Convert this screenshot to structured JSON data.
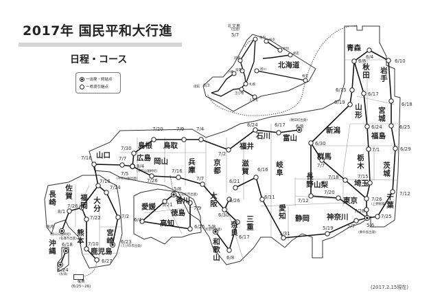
{
  "title": "2017年 国民平和大行進",
  "subtitle": "日程・コース",
  "legend": {
    "start_end": "一出発・終結点",
    "handover": "一県境引継点"
  },
  "as_of": "(2017.2.15現在)",
  "amami": {
    "name": "奄美",
    "dates": "(6/25~26)"
  },
  "rebun": {
    "name": "礼文島",
    "note": "(出発)",
    "date": "5/7"
  },
  "hakodate": {
    "name": "函館",
    "date": "6/3"
  },
  "hokkaido_cities": [
    "稚内",
    "枝幸",
    "紋別",
    "網走",
    "羽幌",
    "旭川",
    "留萌",
    "小樽",
    "札幌",
    "苫小牧",
    "えりも",
    "根室"
  ],
  "prefectures": [
    "北海道",
    "青森",
    "秋田",
    "岩手",
    "山形",
    "宮城",
    "新潟",
    "福島",
    "群馬",
    "栃木",
    "茨城",
    "長野",
    "山梨",
    "埼玉",
    "東京",
    "千葉",
    "神奈川",
    "静岡",
    "愛知",
    "岐阜",
    "富山",
    "石川",
    "福井",
    "滋賀",
    "京都",
    "三重",
    "奈良",
    "和歌山",
    "大阪",
    "兵庫",
    "鳥取",
    "島根",
    "岡山",
    "広島",
    "山口",
    "香川",
    "徳島",
    "愛媛",
    "高知",
    "福岡",
    "佐賀",
    "長崎",
    "大分",
    "熊本",
    "宮崎",
    "鹿児島",
    "沖縄"
  ],
  "nodes": [
    {
      "date": "6/4"
    },
    {
      "date": "6/8"
    },
    {
      "date": "6/10"
    },
    {
      "date": "6/15"
    },
    {
      "date": "6/17"
    },
    {
      "date": "6/18"
    },
    {
      "date": "6/19"
    },
    {
      "date": "6/24"
    },
    {
      "date": "6/25"
    },
    {
      "date": "6/30"
    },
    {
      "date": "7/1"
    },
    {
      "date": "6/29"
    },
    {
      "date": "6/8",
      "note": "(朝日町出発)"
    },
    {
      "date": "7/7"
    },
    {
      "date": "7/18"
    },
    {
      "date": "7/15"
    },
    {
      "date": "7/12"
    },
    {
      "date": "7/12"
    },
    {
      "date": "7/20"
    },
    {
      "date": "7/26",
      "note": "(上野駅着)"
    },
    {
      "date": "7/28"
    },
    {
      "date": "5/7"
    },
    {
      "date": "5/6",
      "note": "(夢の島出発)"
    },
    {
      "date": "7/25"
    },
    {
      "date": "5/19"
    },
    {
      "date": "5/31"
    },
    {
      "date": "6/24"
    },
    {
      "date": "6/17"
    },
    {
      "date": "7/2"
    },
    {
      "date": "7/4"
    },
    {
      "date": "7/9"
    },
    {
      "date": "7/20"
    },
    {
      "date": "7/30"
    },
    {
      "date": "8/4",
      "note": "(平和公園終結)"
    },
    {
      "date": "7/16"
    },
    {
      "date": "7/26"
    },
    {
      "date": "7/7"
    },
    {
      "date": "6/21"
    },
    {
      "date": "6/26"
    },
    {
      "date": "6/16"
    },
    {
      "date": "6/11"
    },
    {
      "date": "6/30"
    },
    {
      "date": "6/17"
    },
    {
      "date": "6/8"
    },
    {
      "date": "5/8",
      "note": "(新宮市出発)"
    },
    {
      "date": "5/8",
      "note": "(高松市出発)"
    },
    {
      "date": "5/21"
    },
    {
      "date": "7/9"
    },
    {
      "date": "6/4"
    },
    {
      "date": "6/25"
    },
    {
      "date": "7/16"
    },
    {
      "date": "7/7"
    },
    {
      "date": "7/5",
      "note": "(平和公園出発)"
    },
    {
      "date": "7/16"
    },
    {
      "date": "7/14"
    },
    {
      "date": "7/26"
    },
    {
      "date": "8/1"
    },
    {
      "date": "8/6",
      "note": "(松山公園終結)"
    },
    {
      "date": "7/22"
    },
    {
      "date": "7/2"
    },
    {
      "date": "6/23",
      "note": "(えびの市出発)"
    },
    {
      "date": "7/10"
    },
    {
      "date": "6/27"
    },
    {
      "date": "6/18",
      "note": "(名護市出発)"
    },
    {
      "date": "6/24",
      "note": "(糸満)"
    }
  ]
}
